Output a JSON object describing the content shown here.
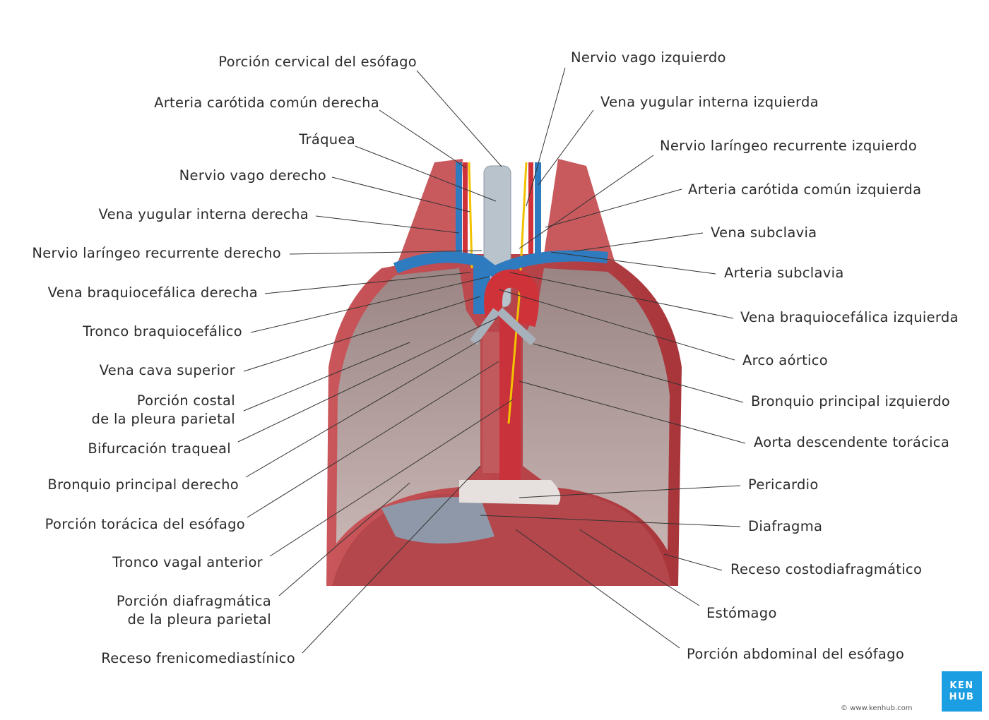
{
  "labels_left": [
    {
      "text": "Porción cervical del esófago"
    },
    {
      "text": "Arteria carótida común derecha"
    },
    {
      "text": "Tráquea"
    },
    {
      "text": "Nervio vago derecho"
    },
    {
      "text": "Vena yugular interna derecha"
    },
    {
      "text": "Nervio laríngeo recurrente derecho"
    },
    {
      "text": "Vena braquiocefálica derecha"
    },
    {
      "text": "Tronco braquiocefálico"
    },
    {
      "text": "Vena cava superior"
    },
    {
      "text": "Porción costal",
      "text2": "de la pleura parietal"
    },
    {
      "text": "Bifurcación traqueal"
    },
    {
      "text": "Bronquio principal derecho"
    },
    {
      "text": "Porción torácica del esófago"
    },
    {
      "text": "Tronco vagal anterior"
    },
    {
      "text": "Porción diafragmática",
      "text2": "de la pleura parietal"
    },
    {
      "text": "Receso frenicomediastínico"
    }
  ],
  "labels_right": [
    {
      "text": "Nervio vago izquierdo"
    },
    {
      "text": "Vena yugular interna izquierda"
    },
    {
      "text": "Nervio laríngeo recurrente izquierdo"
    },
    {
      "text": "Arteria carótida común izquierda"
    },
    {
      "text": "Vena subclavia"
    },
    {
      "text": "Arteria subclavia"
    },
    {
      "text": "Vena braquiocefálica izquierda"
    },
    {
      "text": "Arco aórtico"
    },
    {
      "text": "Bronquio principal izquierdo"
    },
    {
      "text": "Aorta descendente torácica"
    },
    {
      "text": "Pericardio"
    },
    {
      "text": "Diafragma"
    },
    {
      "text": "Receso costodiafragmático"
    },
    {
      "text": "Estómago"
    },
    {
      "text": "Porción abdominal del esófago"
    }
  ],
  "logo": {
    "line1": "KEN",
    "line2": "HUB",
    "color": "#1b9ee2"
  },
  "copyright": "© www.kenhub.com",
  "watermark": "www.kenhub.com"
}
